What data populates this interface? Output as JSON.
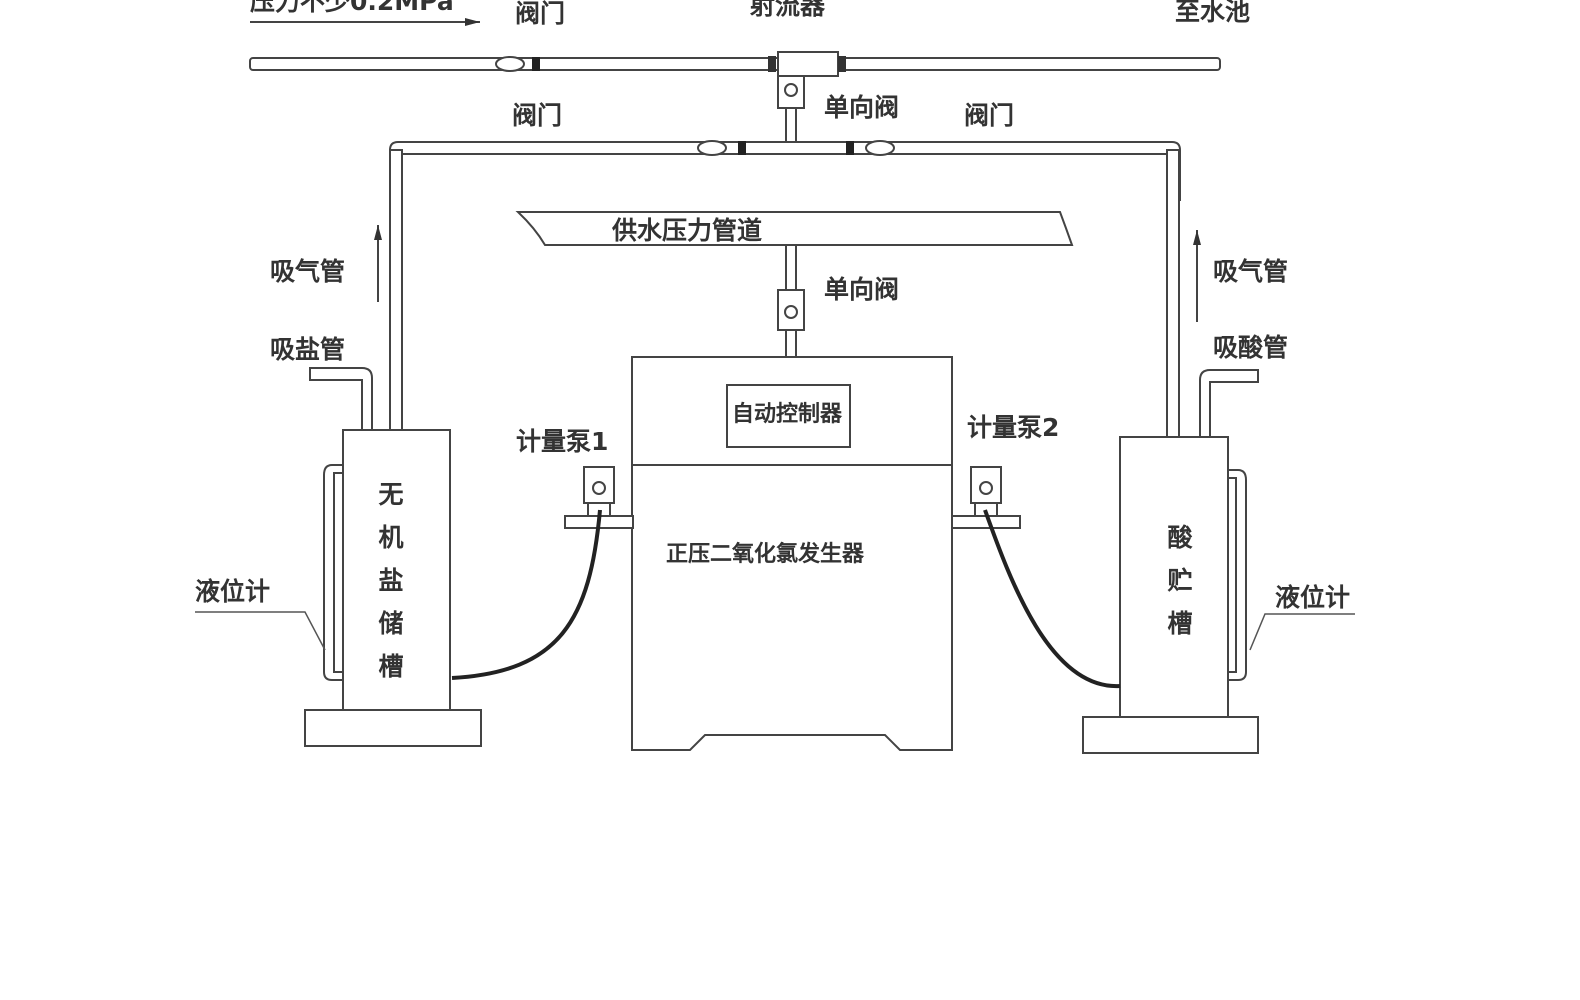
{
  "title": "正压二氧化氯发生器安装示意图",
  "labels": {
    "pressure": "压力不少0.2MPa",
    "valve_top": "阀门",
    "ejector": "射流器",
    "to_pool": "至水池",
    "valve_left": "阀门",
    "check_valve_top": "单向阀",
    "valve_right": "阀门",
    "supply_pipe": "供水压力管道",
    "check_valve_mid": "单向阀",
    "air_pipe_left": "吸气管",
    "salt_pipe": "吸盐管",
    "air_pipe_right": "吸气管",
    "acid_pipe": "吸酸管",
    "pump1": "计量泵1",
    "pump2": "计量泵2",
    "level_left": "液位计",
    "level_right": "液位计",
    "controller": "自动控制器",
    "generator": "正压二氧化氯发生器",
    "salt_tank": [
      "无",
      "机",
      "盐",
      "储",
      "槽"
    ],
    "acid_tank": [
      "酸",
      "贮",
      "槽"
    ]
  },
  "colors": {
    "line": "#444444",
    "text": "#333333",
    "hose": "#222222"
  }
}
